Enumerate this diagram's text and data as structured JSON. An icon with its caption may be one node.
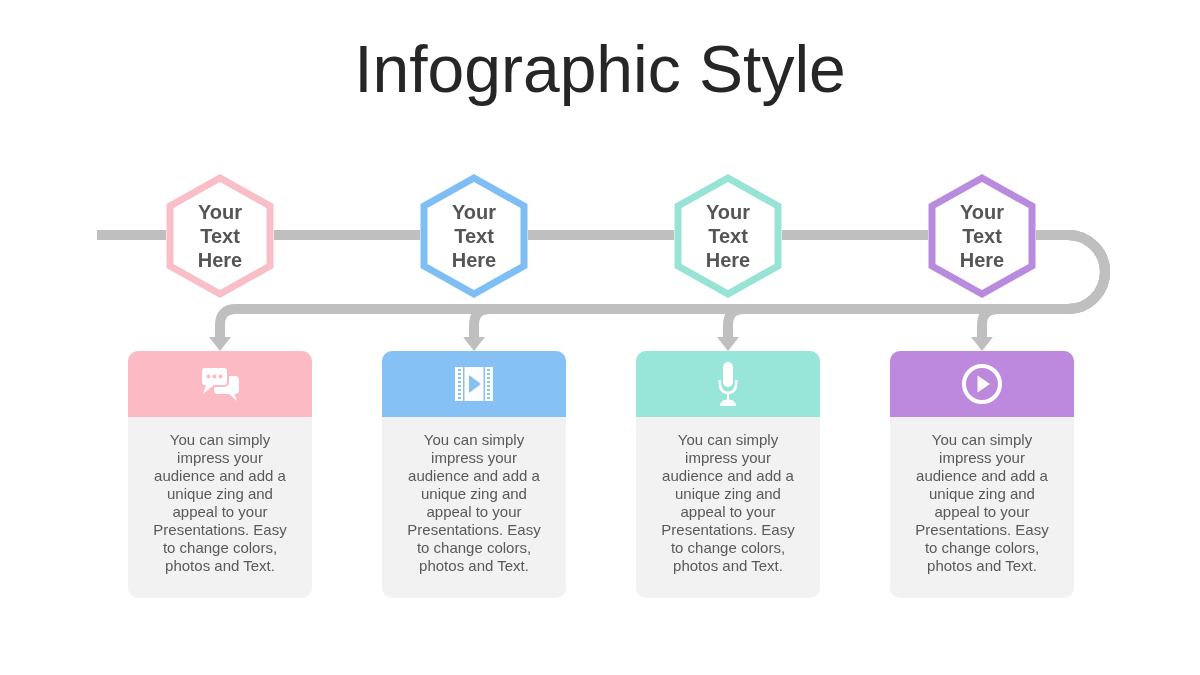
{
  "diagram": {
    "title": "Infographic Style",
    "nodes": [
      {
        "text": [
          "Your Text Here"
        ]
      },
      {
        "text": [
          "Your Text Here"
        ]
      },
      {
        "text": [
          "Your Text Here"
        ]
      },
      {
        "text": [
          "Your Text Here"
        ]
      },
      {
        "text": [
          "You can simply impress your audience and add a unique zing and appeal to your Presentations. Easy to change colors, photos and Text."
        ]
      },
      {
        "text": [
          "You can simply impress your audience and add a unique zing and appeal to your Presentations. Easy to change colors, photos and Text."
        ]
      },
      {
        "text": [
          "You can simply impress your audience and add a unique zing and appeal to your Presentations. Easy to change colors, photos and Text."
        ]
      },
      {
        "text": [
          "You can simply impress your audience and add a unique zing and appeal to your Presentations. Easy to change colors, photos and Text."
        ]
      }
    ],
    "edges": [
      {
        "from": null,
        "to": 0,
        "arrow": "none"
      },
      {
        "from": 0,
        "to": 1,
        "arrow": "none"
      },
      {
        "from": 1,
        "to": 2,
        "arrow": "none"
      },
      {
        "from": 2,
        "to": 3,
        "arrow": "none"
      },
      {
        "from": 3,
        "to": 4,
        "arrow": "to"
      },
      {
        "from": 3,
        "to": 5,
        "arrow": "to"
      },
      {
        "from": 3,
        "to": 6,
        "arrow": "to"
      },
      {
        "from": 3,
        "to": 7,
        "arrow": "to"
      }
    ]
  }
}
